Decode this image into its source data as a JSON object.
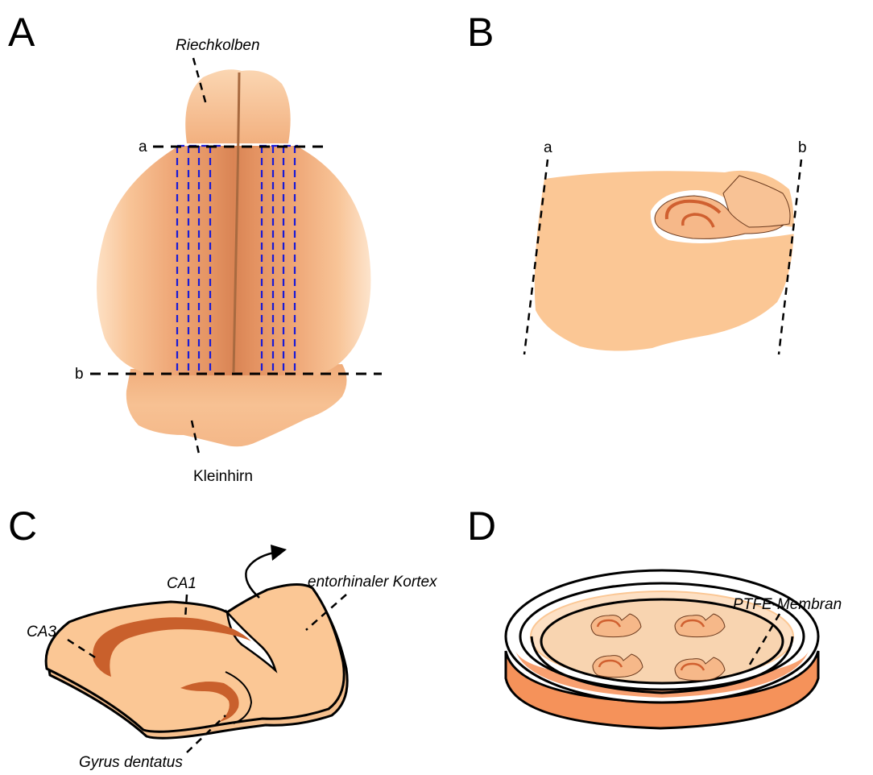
{
  "panels": {
    "a": {
      "letter": "A",
      "label_olfactory_bulb": "Riechkolben",
      "label_cerebellum": "Kleinhirn",
      "cut_a": "a",
      "cut_b": "b"
    },
    "b": {
      "letter": "B",
      "cut_a": "a",
      "cut_b": "b"
    },
    "c": {
      "letter": "C",
      "label_ca1": "CA1",
      "label_ca3": "CA3",
      "label_entorhinal": "entorhinaler Kortex",
      "label_dentate": "Gyrus dentatus"
    },
    "d": {
      "letter": "D",
      "label_membrane": "PTFE-Membran"
    }
  },
  "colors": {
    "tissue_light": "#fbc795",
    "tissue_mid": "#f3b07e",
    "tissue_dark": "#d98454",
    "cell_band": "#c9602c",
    "dish_side": "#f5925a",
    "cut_lines_blue": "#1a1ad6"
  }
}
